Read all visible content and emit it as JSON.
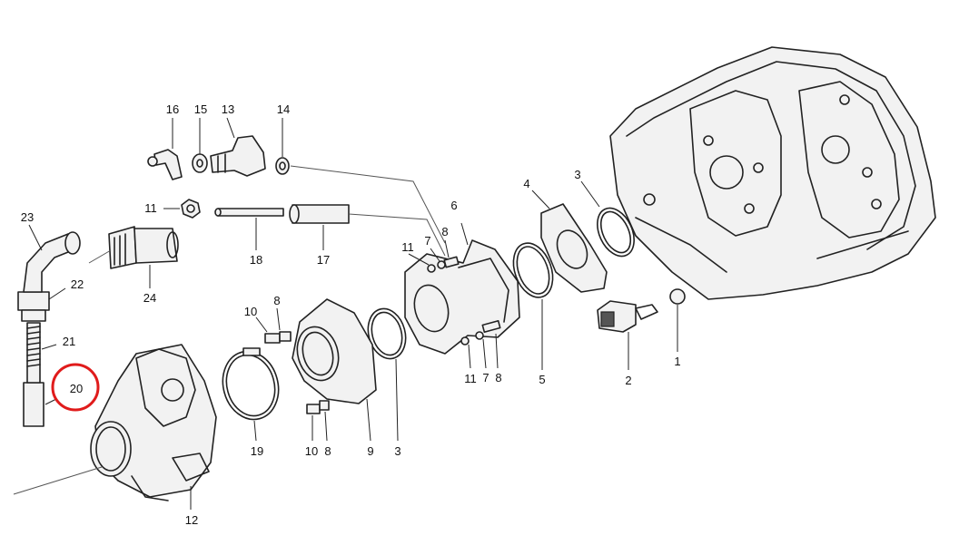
{
  "diagram": {
    "highlight_color": "#e01b1b",
    "callouts": {
      "c1": "1",
      "c2": "2",
      "c3a": "3",
      "c3b": "3",
      "c4": "4",
      "c5": "5",
      "c6": "6",
      "c7a": "7",
      "c7b": "7",
      "c8a": "8",
      "c8b": "8",
      "c8c": "8",
      "c8d": "8",
      "c9": "9",
      "c10a": "10",
      "c10b": "10",
      "c11a": "11",
      "c11b": "11",
      "c11c": "11",
      "c12": "12",
      "c13": "13",
      "c14": "14",
      "c15": "15",
      "c16": "16",
      "c17": "17",
      "c18": "18",
      "c19": "19",
      "c20": "20",
      "c21": "21",
      "c22": "22",
      "c23": "23",
      "c24": "24"
    }
  }
}
